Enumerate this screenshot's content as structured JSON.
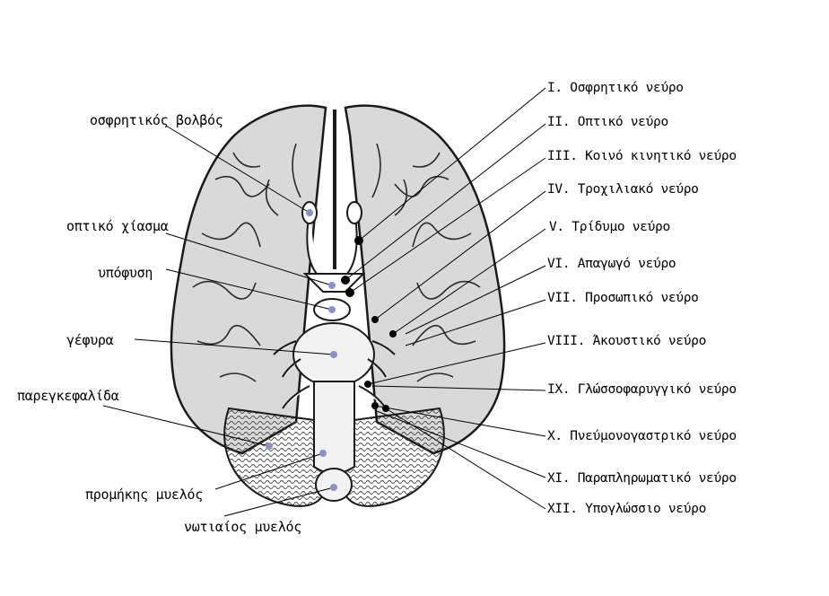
{
  "left_labels": [
    "οσφρητικός βολβός",
    "οπτικό χίασμα",
    "υπόφυση",
    "γέφυρα",
    "παρεγκεφαλίδα",
    "προμήκης μυελός",
    "νωτιαίος μυελός"
  ],
  "nerve_labels": [
    "I. Οσφρητικό νεύρο",
    "II. Οπτικό νεύρο",
    "III. Κοινό κινητικό νεύρο",
    "IV. Τροχιλιακό νεύρο",
    "V. Τρίδυμο νεύρο",
    "VI. Απαγωγό νεύρο",
    "VII. Προσωπικό νεύρο",
    "VIII. Άκουστικό νεύρο",
    "IX. Γλώσσοφαρυγγικό νεύρο",
    "X. Πνεύμονογαστρικό νεύρο",
    "XI. Παραπληρωματικό νεύρο",
    "XII. Υπογλώσσιο νεύρο"
  ],
  "colors": {
    "brain_fill": "#d9d9d9",
    "cerebellum_fill": "#c4c4c4",
    "stem_fill": "#f2f2f2",
    "outline": "#1a1a1a",
    "marker_fill": "#8a93c9",
    "leader": "#000000"
  }
}
